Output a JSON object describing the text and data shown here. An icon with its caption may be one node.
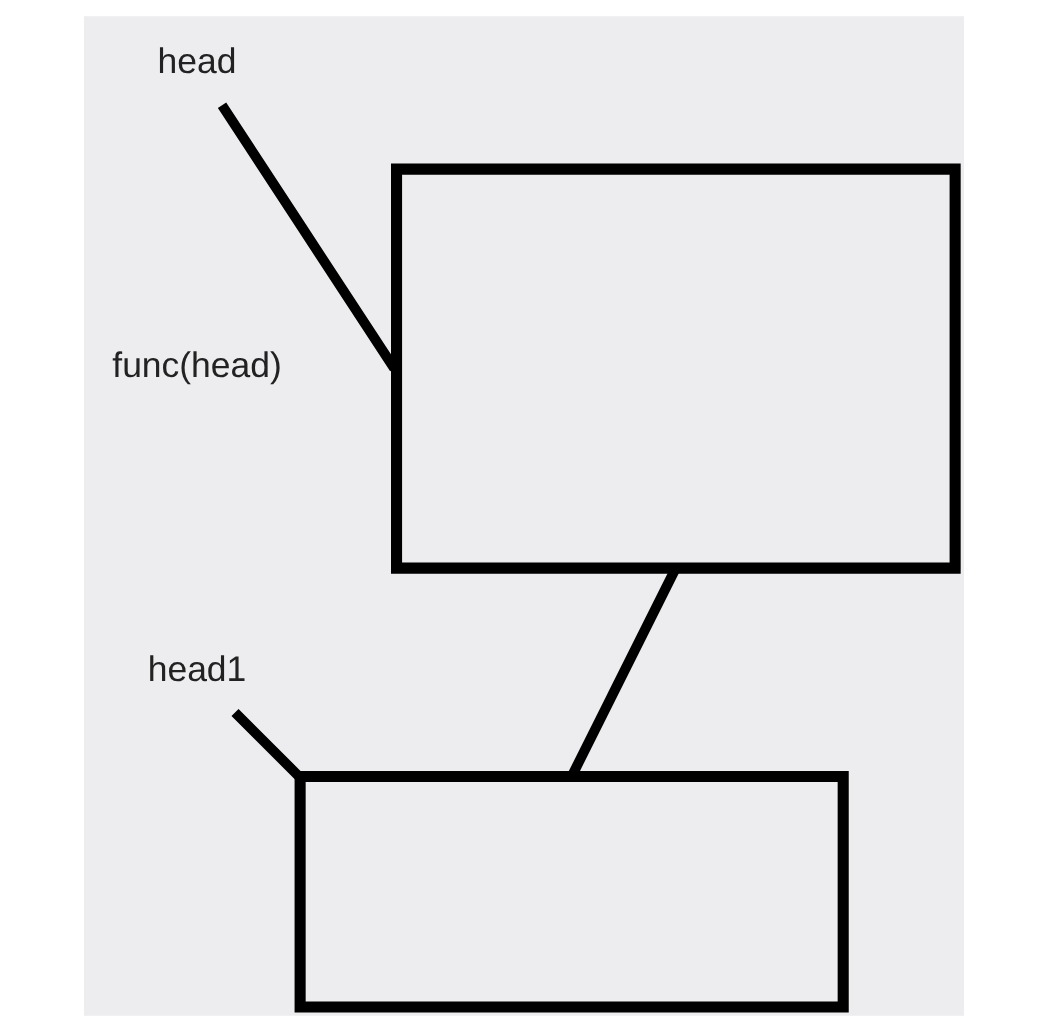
{
  "diagram": {
    "nodes": [
      {
        "text": [
          "head"
        ]
      },
      {
        "text": [],
        "shape": "box"
      },
      {
        "text": [
          "head1"
        ]
      },
      {
        "text": [],
        "shape": "box"
      }
    ],
    "edges": [
      {
        "from": 0,
        "to": 1,
        "arrow": "none"
      },
      {
        "from": 1,
        "to": 3,
        "arrow": "none"
      },
      {
        "from": 2,
        "to": 3,
        "arrow": "none"
      }
    ],
    "labels": [
      "func(head)"
    ]
  }
}
